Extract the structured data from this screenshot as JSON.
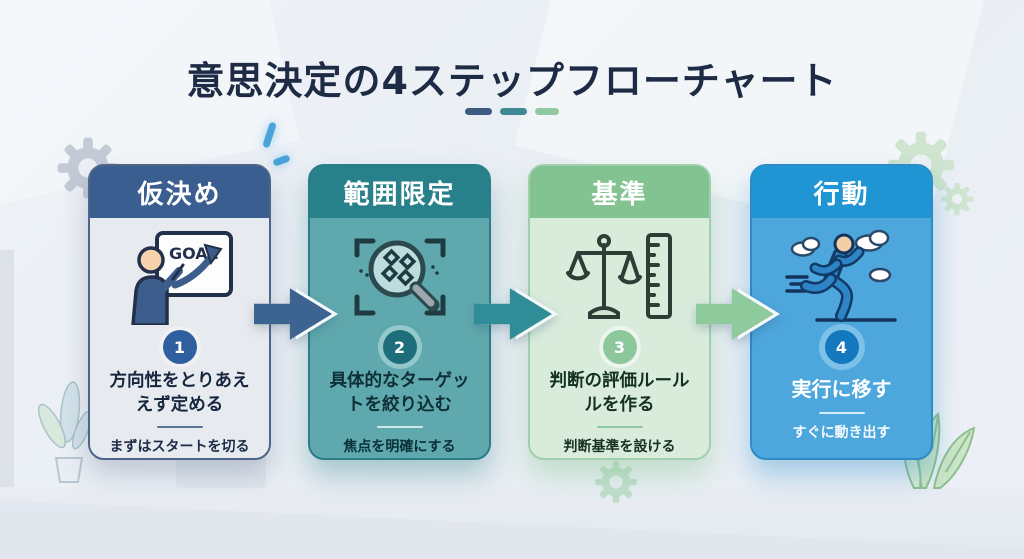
{
  "title": "意思決定の4ステップフローチャート",
  "title_underline_colors": [
    "#3d5a80",
    "#3f8a94",
    "#90c9a0"
  ],
  "steps": [
    {
      "header": "仮決め",
      "number": "1",
      "main_line1": "方向性をとりあえ",
      "main_line2": "えず定める",
      "sub": "まずはスタートを切る",
      "icon": "goal-presentation-icon",
      "icon_label": "GOAL",
      "header_color": "#3b5e90",
      "body_color": "#e7eaee"
    },
    {
      "header": "範囲限定",
      "number": "2",
      "main_line1": "具体的なターゲッ",
      "main_line2": "トを絞り込む",
      "sub": "焦点を明確にする",
      "icon": "magnifier-focus-icon",
      "header_color": "#28808a",
      "body_color": "#5fa9ae"
    },
    {
      "header": "基準",
      "number": "3",
      "main_line1": "判断の評価ルール",
      "main_line2": "ルを作る",
      "sub": "判断基準を設ける",
      "icon": "balance-scale-ruler-icon",
      "header_color": "#83c291",
      "body_color": "#d9ecdc"
    },
    {
      "header": "行動",
      "number": "4",
      "main_line1": "実行に移す",
      "main_line2": "",
      "sub": "すぐに動き出す",
      "icon": "running-person-icon",
      "header_color": "#1f96d3",
      "body_color": "#4da7dc"
    }
  ],
  "arrow_colors": [
    "#3d6491",
    "#2f8d98",
    "#8fca9d"
  ]
}
